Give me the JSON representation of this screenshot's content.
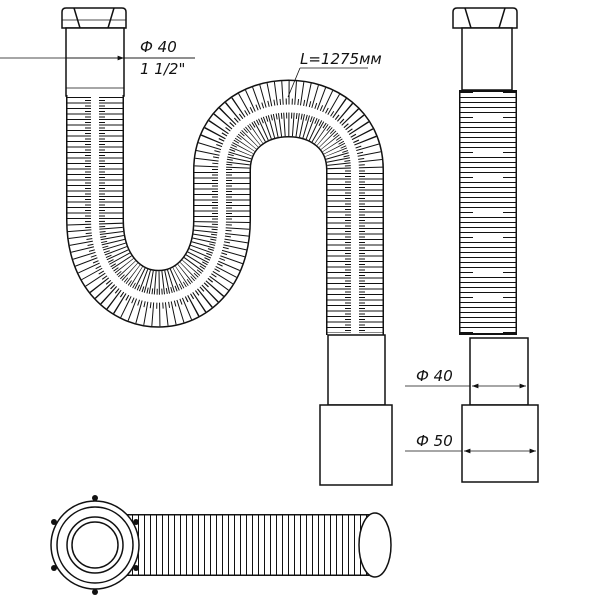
{
  "drawing": {
    "top_socket_diameter": "Ф 40",
    "top_thread_size": "1 1/2\"",
    "hose_length": "L=1275мм",
    "side_outlet_inner_diameter": "Ф 40",
    "side_outlet_outer_diameter": "Ф 50"
  },
  "colors": {
    "line": "#111111",
    "background": "#ffffff"
  }
}
